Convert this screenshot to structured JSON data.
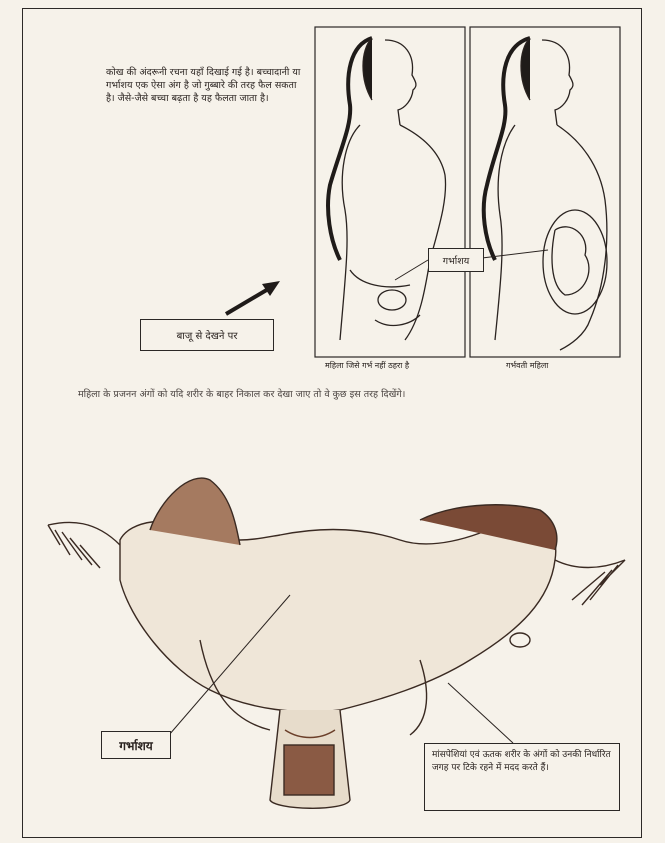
{
  "intro_text": "कोख की अंदरूनी रचना यहाँ दिखाई गई है। बच्चादानी या गर्भाशय एक ऐसा अंग है जो गुब्बारे की तरह फैल सकता है। जैसे-जैसे बच्चा बढ़ता है यह फैलता जाता है।",
  "side_view_label": "बाजू से देखने पर",
  "uterus_label_top": "गर्भाशय",
  "caption_not_pregnant": "महिला जिसे गर्भ नहीं ठहरा है",
  "caption_pregnant": "गर्भवती महिला",
  "body_paragraph": "महिला के प्रजनन अंगों को यदि शरीर के बाहर निकाल कर देखा जाए तो वे कुछ इस तरह दिखेंगे।",
  "uterus_label_bottom": "गर्भाशय",
  "muscle_note": "मांसपेशियां एवं ऊतक शरीर के अंगों को उनकी निर्धारित जगह पर टिके रहने में मदद करते हैं।",
  "colors": {
    "ink": "#2a2320",
    "paper": "#f6f2ea",
    "tissue": "#6b3f2a"
  }
}
